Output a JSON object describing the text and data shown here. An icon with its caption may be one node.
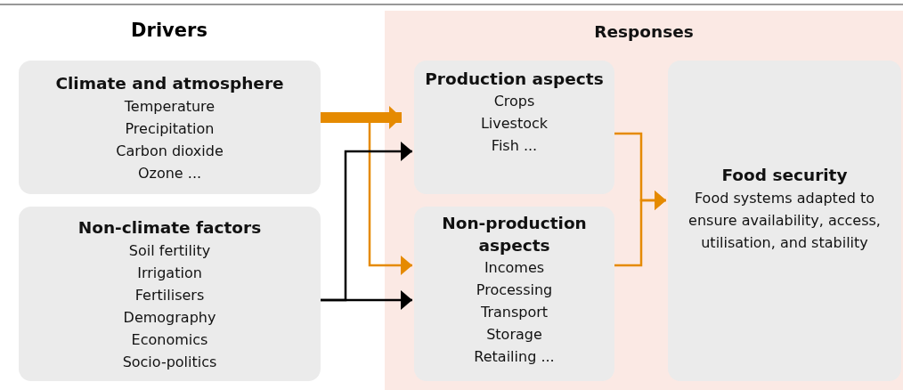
{
  "diagram": {
    "nodes": [
      {
        "text": [
          "Climate and atmosphere",
          "Temperature",
          "Precipitation",
          "Carbon dioxide",
          "Ozone ..."
        ]
      },
      {
        "text": [
          "Non-climate factors",
          "Soil fertility",
          "Irrigation",
          "Fertilisers",
          "Demography",
          "Economics",
          "Socio-politics"
        ]
      },
      {
        "text": [
          "Responses"
        ]
      },
      {
        "text": [
          "Production aspects",
          "Crops",
          "Livestock",
          "Fish ..."
        ],
        "in": 2
      },
      {
        "text": [
          "Non-production aspects",
          "Incomes",
          "Processing",
          "Transport",
          "Storage",
          "Retailing ..."
        ],
        "in": 2
      },
      {
        "text": [
          "Food security",
          "Food systems adapted to ensure availability, access, utilisation, and stability"
        ],
        "in": 2
      }
    ],
    "edges": [
      {
        "from": 0,
        "to": 3,
        "arrow": "to",
        "style": "thick"
      },
      {
        "from": 0,
        "to": 4,
        "arrow": "to"
      },
      {
        "from": 1,
        "to": 3,
        "arrow": "to",
        "color": "#000000"
      },
      {
        "from": 1,
        "to": 4,
        "arrow": "to",
        "color": "#000000"
      },
      {
        "from": 3,
        "to": 5,
        "arrow": "to"
      },
      {
        "from": 4,
        "to": 5,
        "arrow": "to"
      }
    ],
    "labels": [
      "Drivers"
    ]
  }
}
